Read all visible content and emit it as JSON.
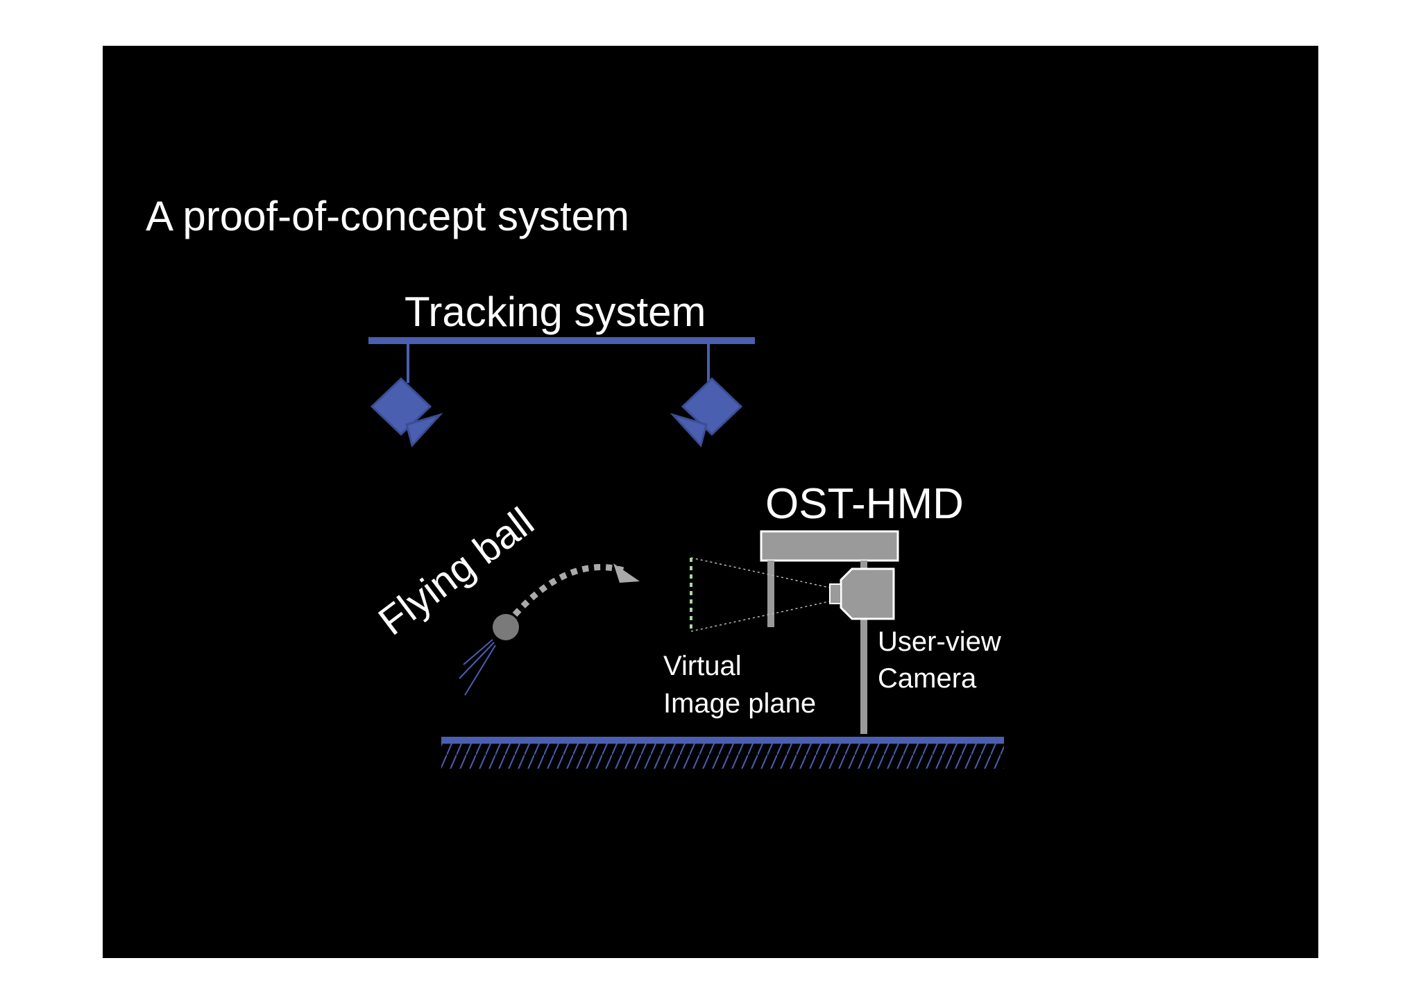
{
  "slide": {
    "title": "A proof-of-concept system"
  },
  "diagram": {
    "tracking_label": "Tracking system",
    "hmd_label": "OST-HMD",
    "ball_label": "Flying ball",
    "virtual_plane_label_line1": "Virtual",
    "virtual_plane_label_line2": "Image plane",
    "camera_label_line1": "User-view",
    "camera_label_line2": "Camera"
  },
  "colors": {
    "slide_background": "#000000",
    "page_background": "#ffffff",
    "tracking_blue": "#4a5fb0",
    "hmd_gray": "#9a9a9a",
    "text_white": "#ffffff",
    "virtual_plane_green": "#a8d8a0"
  },
  "icons": {
    "tracking_camera": "motion-capture-camera-icon",
    "user_camera": "video-camera-icon",
    "ball": "ball-icon"
  }
}
